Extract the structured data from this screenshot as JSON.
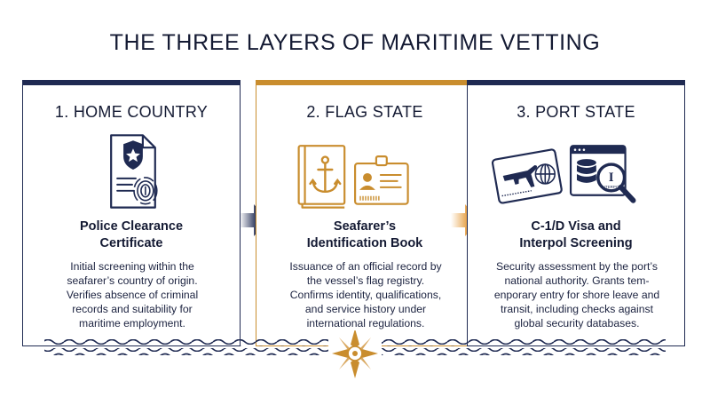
{
  "title": "THE THREE LAYERS OF MARITIME VETTING",
  "layers": [
    {
      "heading": "1. HOME COUNTRY",
      "subtitle_line1": "Police Clearance",
      "subtitle_line2": "Certificate",
      "body": [
        "Initial screening within the",
        "seafarer’s country of origin.",
        "Verifies absence of criminal",
        "records and suitability for",
        "maritime employment."
      ],
      "accent": "#1f2a52",
      "icon": "police-certificate-icon"
    },
    {
      "heading": "2. FLAG STATE",
      "subtitle_line1": "Seafarer’s",
      "subtitle_line2": "Identification Book",
      "body": [
        "Issuance of an official record by",
        "the vessel’s flag registry.",
        "Confirms identity, qualifications,",
        "and service history under",
        "international regulations."
      ],
      "accent": "#c98d2e",
      "icon": "anchor-book-id-card-icon"
    },
    {
      "heading": "3. PORT STATE",
      "subtitle_line1": "C-1/D Visa and",
      "subtitle_line2": "Interpol Screening",
      "body": [
        "Security assessment by the port’s",
        "national authority. Grants tem-",
        "enporary entry for shore leave and",
        "transit, including checks against",
        "global security databases."
      ],
      "accent": "#1f2a52",
      "icon": "visa-interpol-icon",
      "interpol_label": "INTERPOL",
      "interpol_mark": "I"
    }
  ],
  "colors": {
    "navy": "#1f2a52",
    "gold": "#c98d2e"
  }
}
